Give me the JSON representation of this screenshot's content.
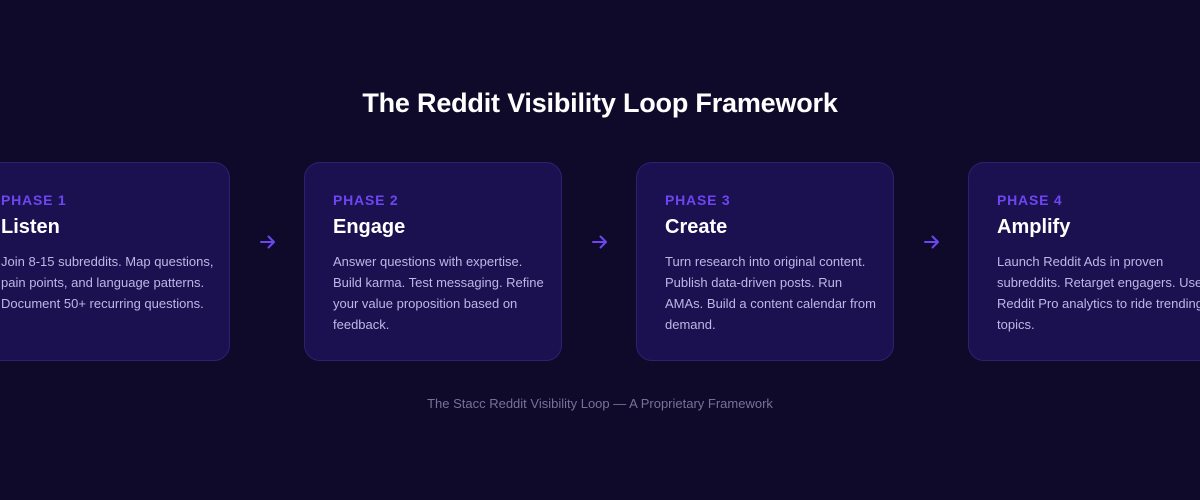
{
  "title": "The Reddit Visibility Loop Framework",
  "phases": [
    {
      "label": "PHASE 1",
      "name": "Listen",
      "description": "Join 8-15 subreddits. Map questions, pain points, and language patterns. Document 50+ recurring questions."
    },
    {
      "label": "PHASE 2",
      "name": "Engage",
      "description": "Answer questions with expertise. Build karma. Test messaging. Refine your value proposition based on feedback."
    },
    {
      "label": "PHASE 3",
      "name": "Create",
      "description": "Turn research into original content. Publish data-driven posts. Run AMAs. Build a content calendar from demand."
    },
    {
      "label": "PHASE 4",
      "name": "Amplify",
      "description": "Launch Reddit Ads in proven subreddits. Retarget engagers. Use Reddit Pro analytics to ride trending topics."
    }
  ],
  "footer": "The Stacc Reddit Visibility Loop — A Proprietary Framework",
  "colors": {
    "background": "#0f0a2a",
    "card": "#1b1150",
    "card_border": "#2d2170",
    "accent": "#6d45f2",
    "text": "#ffffff",
    "muted_text": "#bdb7e6",
    "footer_text": "#77719a"
  },
  "icons": {
    "connector": "arrow-right-icon"
  }
}
